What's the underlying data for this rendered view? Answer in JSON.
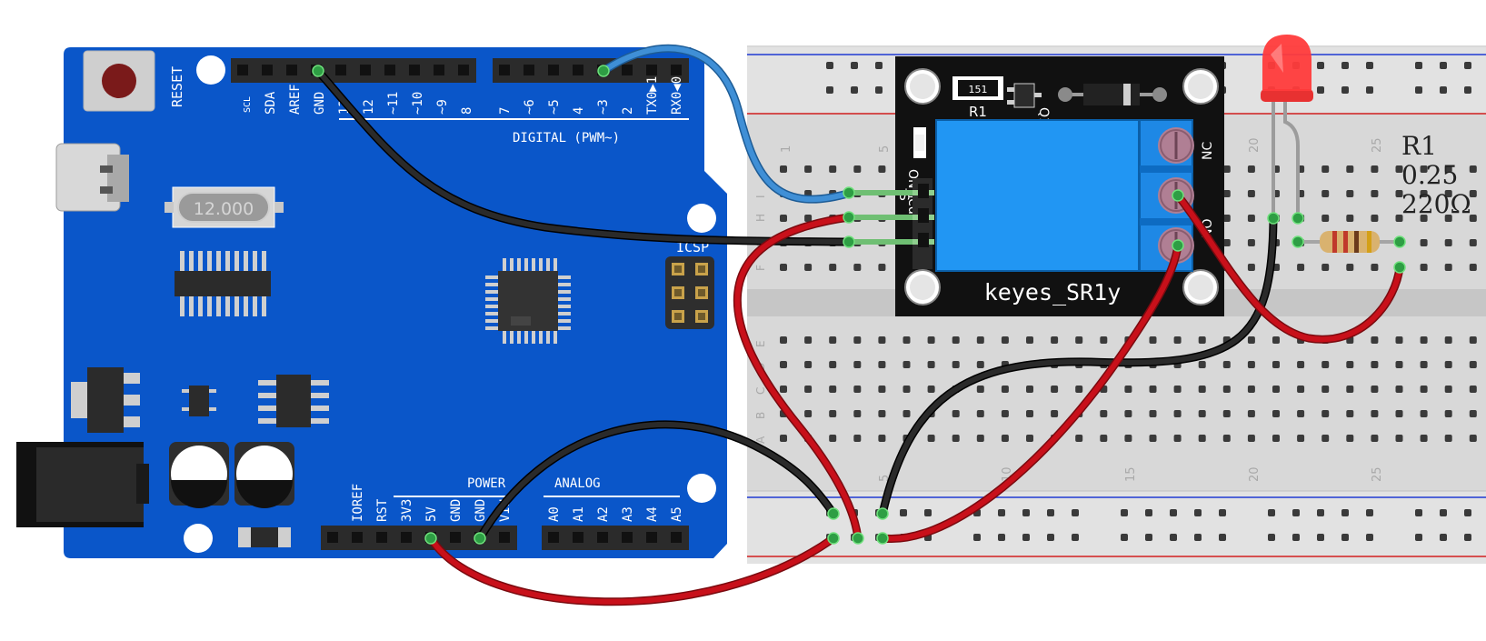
{
  "board": {
    "reset_label": "RESET",
    "crystal_label": "12.000",
    "digital_label": "DIGITAL (PWM~)",
    "icsp_label": "ICSP",
    "power_label": "POWER",
    "analog_label": "ANALOG",
    "top_pins": [
      "SCL",
      "SDA",
      "AREF",
      "GND",
      "13",
      "12",
      "~11",
      "~10",
      "~9",
      "8",
      "7",
      "~6",
      "~5",
      "4",
      "~3",
      "2",
      "TX0▶1",
      "RX0◀0"
    ],
    "bottom_pins": [
      "IOREF",
      "RST",
      "3V3",
      "5V",
      "GND",
      "GND",
      "VIN",
      "A0",
      "A1",
      "A2",
      "A3",
      "A4",
      "A5"
    ]
  },
  "relay": {
    "name": "keyes_SR1y",
    "led_label": "ON_led",
    "r1_label": "R1",
    "q1_label": "Q1",
    "smd_label": "151",
    "pin_label": "S",
    "terminal_labels": [
      "NC",
      "NO"
    ]
  },
  "breadboard": {
    "numbers": [
      "1",
      "5",
      "10",
      "15",
      "20",
      "25"
    ],
    "rows_top": [
      "J",
      "I",
      "H",
      "G",
      "F"
    ],
    "rows_bottom": [
      "E",
      "D",
      "C",
      "B",
      "A"
    ]
  },
  "resistor": {
    "name": "R1",
    "power": "0.25",
    "value": "220Ω"
  },
  "colors": {
    "board_blue": "#0a56c9",
    "wire_red": "#c8101a",
    "wire_black": "#1a1a1a",
    "wire_blue": "#3f8fd6",
    "led_red": "#ff3b3b"
  }
}
